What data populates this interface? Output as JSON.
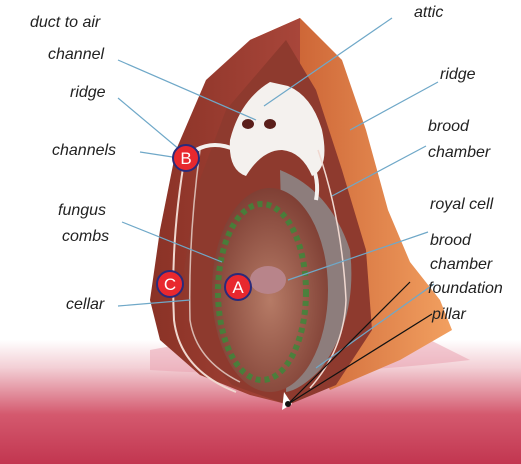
{
  "labels": {
    "duct_line1": "duct to air",
    "duct_line2": "channel",
    "attic": "attic",
    "ridge_left": "ridge",
    "ridge_right": "ridge",
    "channels": "channels",
    "brood_chamber_line1": "brood",
    "brood_chamber_line2": "chamber",
    "fungus_line1": "fungus",
    "fungus_line2": "combs",
    "royal_cell": "royal cell",
    "brood_foundation_line1": "brood",
    "brood_foundation_line2": "chamber",
    "brood_foundation_line3": "foundation",
    "cellar": "cellar",
    "pillar": "pillar"
  },
  "markers": {
    "a": "A",
    "b": "B",
    "c": "C"
  },
  "colors": {
    "mound_dark": "#7a2a20",
    "mound_mid": "#a8463a",
    "mound_light": "#e07a3c",
    "ground": "#c43c52",
    "leader": "#6fa8c8",
    "marker_fill": "#e8282e",
    "marker_ring": "#2a2a7a"
  }
}
